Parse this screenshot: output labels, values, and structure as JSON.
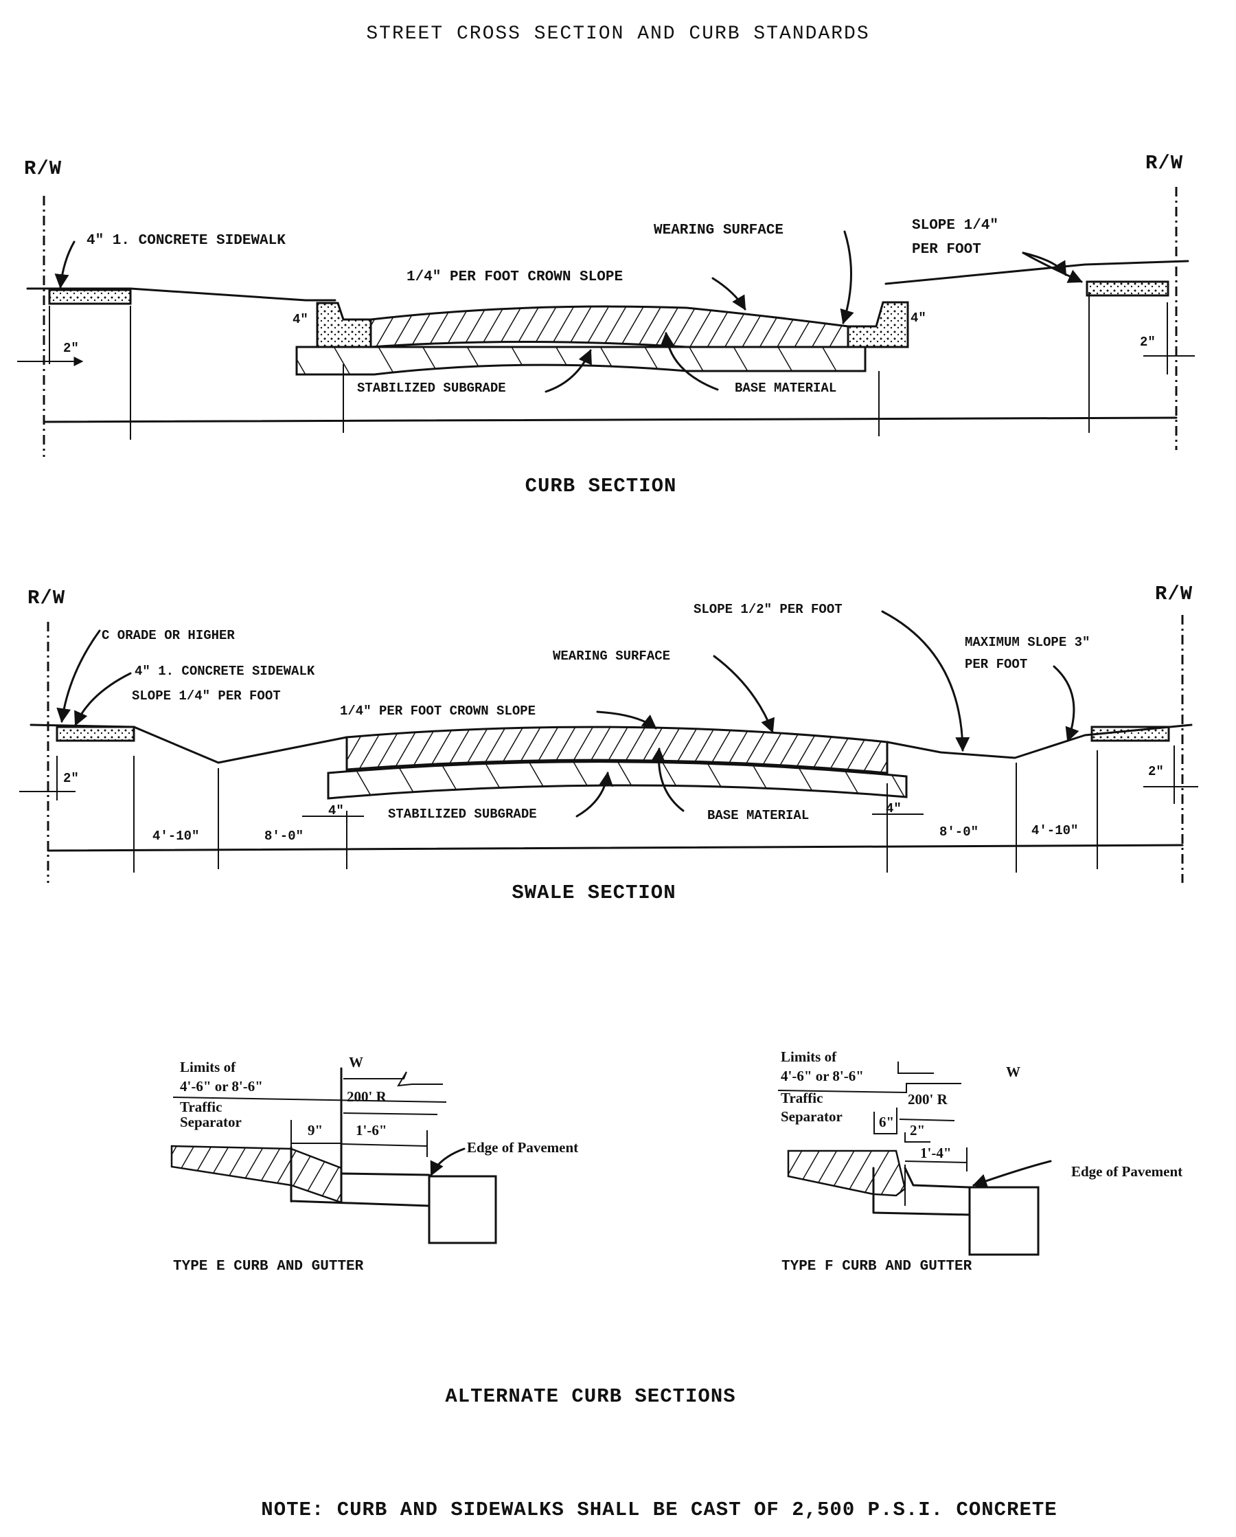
{
  "title": "STREET CROSS SECTION AND CURB STANDARDS",
  "curb_section": {
    "caption": "CURB SECTION",
    "rw_left": "R/W",
    "rw_right": "R/W",
    "labels": {
      "sidewalk": "4\" 1. CONCRETE SIDEWALK",
      "wearing_surface": "WEARING SURFACE",
      "crown_slope": "1/4\" PER FOOT CROWN SLOPE",
      "slope_line1": "SLOPE 1/4\"",
      "slope_line2": "PER FOOT",
      "stabilized_subgrade": "STABILIZED SUBGRADE",
      "base_material": "BASE MATERIAL",
      "curb_height_left": "4\"",
      "curb_height_right": "4\"",
      "offset_left": "2\"",
      "offset_right": "2\""
    }
  },
  "swale_section": {
    "caption": "SWALE SECTION",
    "rw_left": "R/W",
    "rw_right": "R/W",
    "labels": {
      "grade": "C ORADE OR HIGHER",
      "sidewalk": "4\" 1. CONCRETE SIDEWALK",
      "sidewalk_slope": "SLOPE 1/4\" PER FOOT",
      "crown_slope": "1/4\" PER FOOT CROWN SLOPE",
      "wearing_surface": "WEARING SURFACE",
      "slope_half": "SLOPE 1/2\" PER FOOT",
      "max_slope_line1": "MAXIMUM SLOPE 3\"",
      "max_slope_line2": "PER FOOT",
      "stabilized_subgrade": "STABILIZED SUBGRADE",
      "base_material": "BASE MATERIAL",
      "offset_left": "2\"",
      "offset_right": "2\"",
      "overhang_left": "4\"",
      "overhang_right": "4\""
    },
    "dimensions": {
      "left_outer": "4'-10\"",
      "left_inner": "8'-0\"",
      "right_inner": "8'-0\"",
      "right_outer": "4'-10\""
    }
  },
  "alternate": {
    "heading": "ALTERNATE CURB SECTIONS",
    "type_e": {
      "caption": "TYPE E CURB AND GUTTER",
      "limits_line1": "Limits of",
      "limits_line2": "4'-6\" or 8'-6\"",
      "separator_line1": "Traffic",
      "separator_line2": "Separator",
      "w": "W",
      "radius": "200' R",
      "dim_a": "9\"",
      "dim_b": "1'-6\"",
      "edge": "Edge of Pavement"
    },
    "type_f": {
      "caption": "TYPE F CURB AND GUTTER",
      "limits_line1": "Limits of",
      "limits_line2": "4'-6\" or 8'-6\"",
      "separator_line1": "Traffic",
      "separator_line2": "Separator",
      "w": "W",
      "radius": "200' R",
      "dim_a": "6\"",
      "dim_b": "2\"",
      "dim_c": "1'-4\"",
      "edge": "Edge of Pavement"
    }
  },
  "note": "NOTE: CURB AND SIDEWALKS SHALL BE CAST OF 2,500 P.S.I. CONCRETE"
}
